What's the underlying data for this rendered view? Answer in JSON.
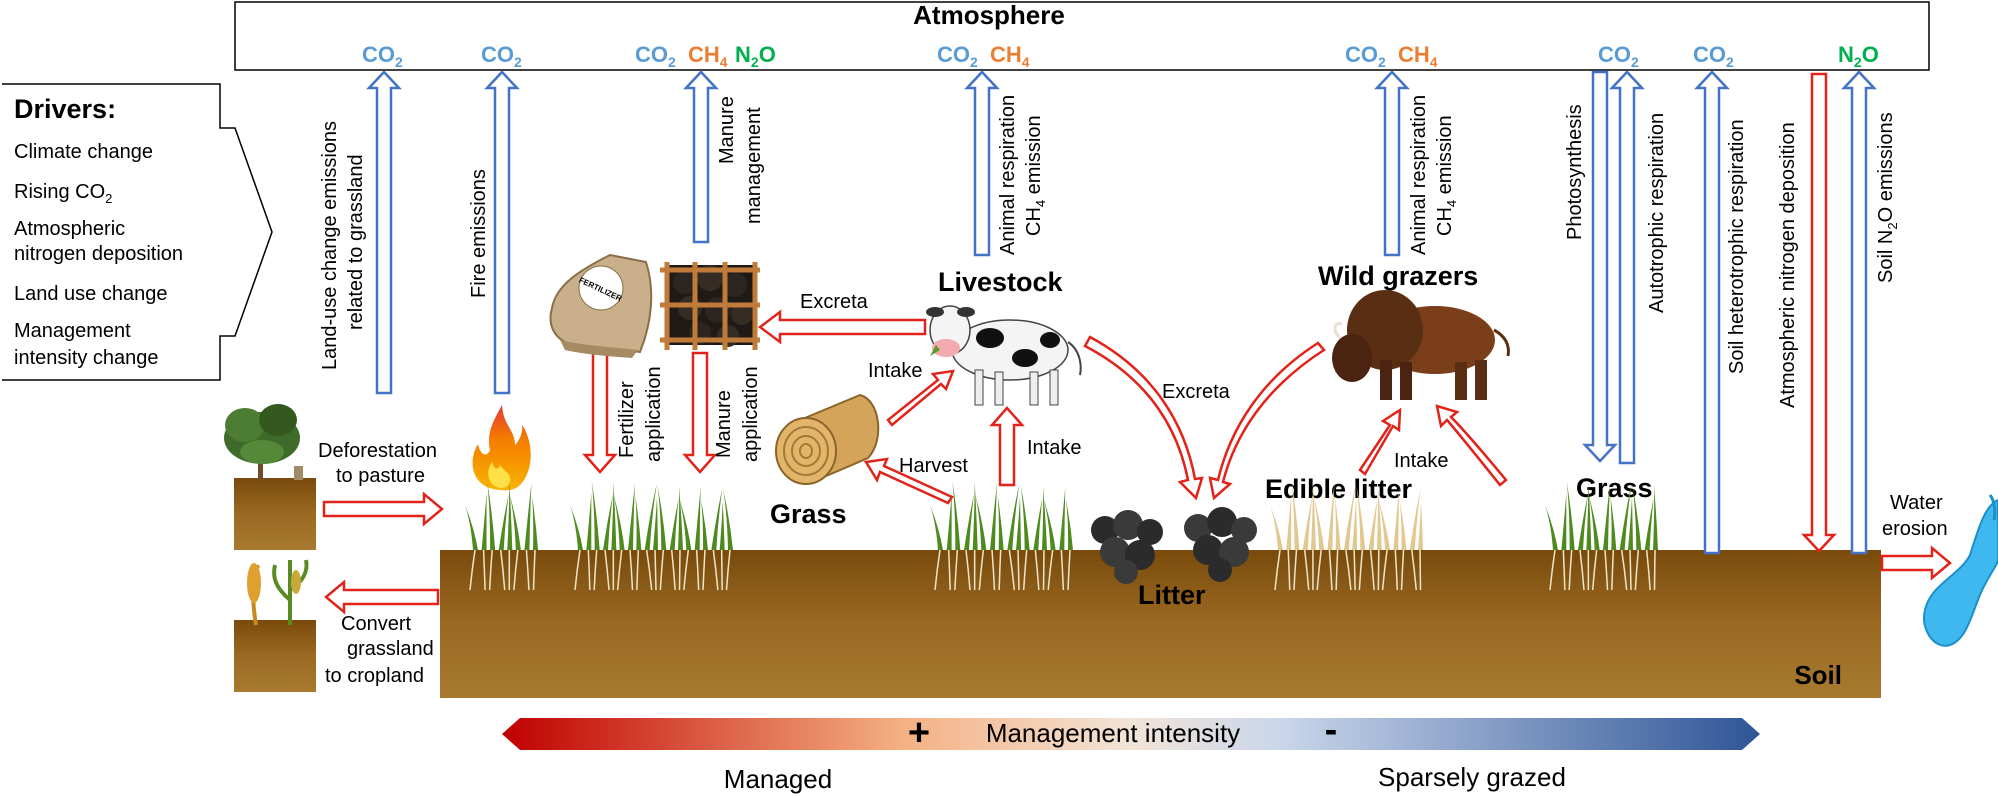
{
  "atmosphere": {
    "title": "Atmosphere",
    "gases": {
      "co2": "CO",
      "ch4": "CH",
      "n2o": "N",
      "o": "O",
      "sub2": "2",
      "sub4": "4"
    }
  },
  "drivers": {
    "title": "Drivers:",
    "items": [
      "Climate change",
      "Rising CO",
      "Atmospheric",
      "nitrogen deposition",
      "Land use change",
      "Management",
      "intensity change"
    ],
    "sub2": "2"
  },
  "flux_labels": {
    "luc_line1": "Land-use change emissions",
    "luc_line2": "related to grassland",
    "fire": "Fire emissions",
    "manure_mgmt_line1": "Manure",
    "manure_mgmt_line2": "management",
    "animal_resp_line1": "Animal respiration",
    "ch4_emission_prefix": "CH",
    "ch4_emission_sub": "4",
    "ch4_emission_suffix": " emission",
    "photosynthesis": "Photosynthesis",
    "autotrophic": "Autotrophic respiration",
    "soil_hetero": "Soil heterotrophic respiration",
    "atm_n_dep": "Atmospheric nitrogen deposition",
    "soil_n2o_prefix": "Soil N",
    "soil_n2o_sub": "2",
    "soil_n2o_suffix": "O emissions",
    "fert_line1": "Fertilizer",
    "fert_line2": "application",
    "manure_app_line1": "Manure",
    "manure_app_line2": "application"
  },
  "process_labels": {
    "excreta": "Excreta",
    "intake": "Intake",
    "harvest": "Harvest",
    "deforestation_line1": "Deforestation",
    "deforestation_line2": "to pasture",
    "convert_line1": "Convert",
    "convert_line2": "grassland",
    "convert_line3": "to cropland",
    "water_line1": "Water",
    "water_line2": "erosion"
  },
  "node_labels": {
    "livestock": "Livestock",
    "wild_grazers": "Wild grazers",
    "grass": "Grass",
    "edible_litter": "Edible litter",
    "litter": "Litter",
    "soil": "Soil",
    "fertilizer_bag": "FERTILIZER"
  },
  "gradient": {
    "plus": "+",
    "label": "Management intensity",
    "minus": "-",
    "left_label": "Managed",
    "right_label": "Sparsely grazed"
  },
  "colors": {
    "co2": "#5b9bd5",
    "ch4": "#ed7d31",
    "n2o": "#00b050",
    "arrow_red": "#e2231a",
    "arrow_blue": "#4472c4",
    "soil": "#8a5a14",
    "gradient_red": "#c00000",
    "gradient_blue": "#2f5597"
  }
}
